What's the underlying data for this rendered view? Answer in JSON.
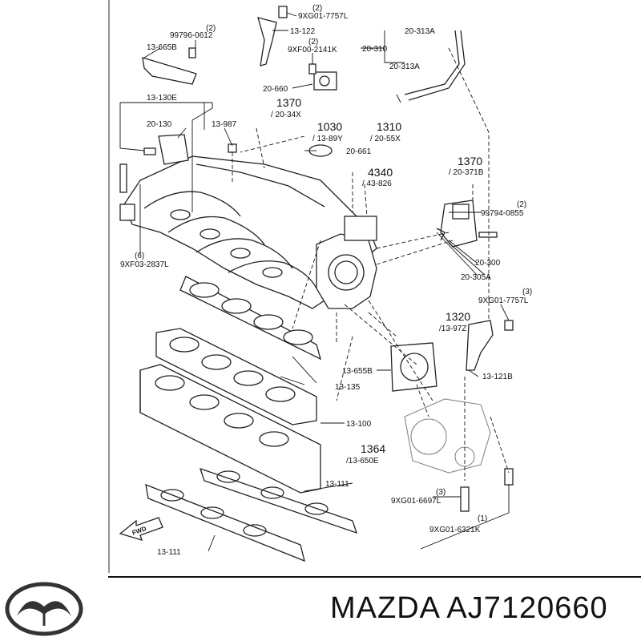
{
  "labels": {
    "l_9xg01_7757l_top": "9XG01-7757L",
    "l_2_top": "(2)",
    "l_13_122": "13-122",
    "l_99796_0612": "99796-0612",
    "l_2_b": "(2)",
    "l_13_665b": "13-665B",
    "l_9xf00_2141k": "9XF00-2141K",
    "l_2_c": "(2)",
    "l_20_310": "20-310",
    "l_20_313a_a": "20-313A",
    "l_20_313a_b": "20-313A",
    "l_20_660": "20-660",
    "l_13_130e": "13-130E",
    "l_1370_a": "1370",
    "l_20_34x": "/ 20-34X",
    "l_20_130": "20-130",
    "l_13_987": "13-987",
    "l_1030": "1030",
    "l_13_89y": "/ 13-89Y",
    "l_1310": "1310",
    "l_20_55x": "/ 20-55X",
    "l_20_661": "20-661",
    "l_1370_b": "1370",
    "l_20_371b": "/ 20-371B",
    "l_4340": "4340",
    "l_43_826": "/ 43-826",
    "l_2_d": "(2)",
    "l_99794_0855": "99794-0855",
    "l_6": "(6)",
    "l_9xf03_2837l": "9XF03-2837L",
    "l_20_300": "20-300",
    "l_20_305a": "20-305A",
    "l_3_a": "(3)",
    "l_9xg01_7757l_b": "9XG01-7757L",
    "l_1320": "1320",
    "l_13_97z": "/13-97Z",
    "l_13_655b": "13-655B",
    "l_13_121b": "13-121B",
    "l_13_135": "13-135",
    "l_13_100": "13-100",
    "l_1364": "1364",
    "l_13_650e": "/13-650E",
    "l_13_111_a": "13-111",
    "l_3_b": "(3)",
    "l_9xg01_6697l": "9XG01-6697L",
    "l_1_a": "(1)",
    "l_9xg01_6321k": "9XG01-6321K",
    "l_fwd": "FWD",
    "l_13_111_b": "13-111"
  },
  "footer": {
    "brand_text": "MAZDA AJ7120660",
    "logo_icon": "mazda-logo-icon"
  },
  "colors": {
    "ink": "#111111",
    "background": "#ffffff"
  }
}
